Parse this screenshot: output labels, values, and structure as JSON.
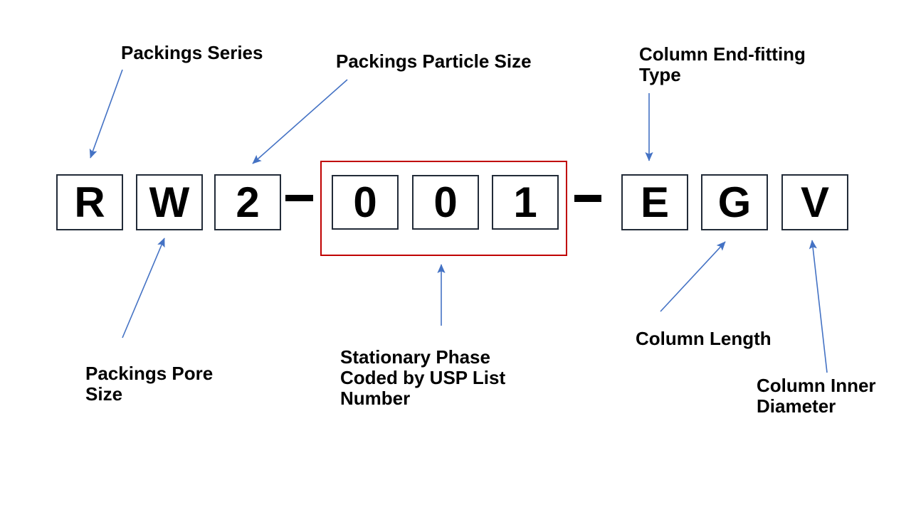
{
  "diagram": {
    "code": {
      "chars": [
        "R",
        "W",
        "2",
        "0",
        "0",
        "1",
        "E",
        "G",
        "V"
      ],
      "separator": "-"
    },
    "labels": {
      "packings_series": "Packings Series",
      "packings_particle_size": "Packings Particle Size",
      "column_end_fitting_type": "Column End-fitting Type",
      "packings_pore_size": "Packings Pore Size",
      "stationary_phase_usp": "Stationary Phase Coded by USP List Number",
      "column_length": "Column Length",
      "column_inner_diameter": "Column Inner Diameter"
    },
    "colors": {
      "arrow": "#4472C4",
      "box_border": "#222B38",
      "highlight_box_border": "#C00000",
      "text": "#000000",
      "background": "#FFFFFF"
    }
  }
}
